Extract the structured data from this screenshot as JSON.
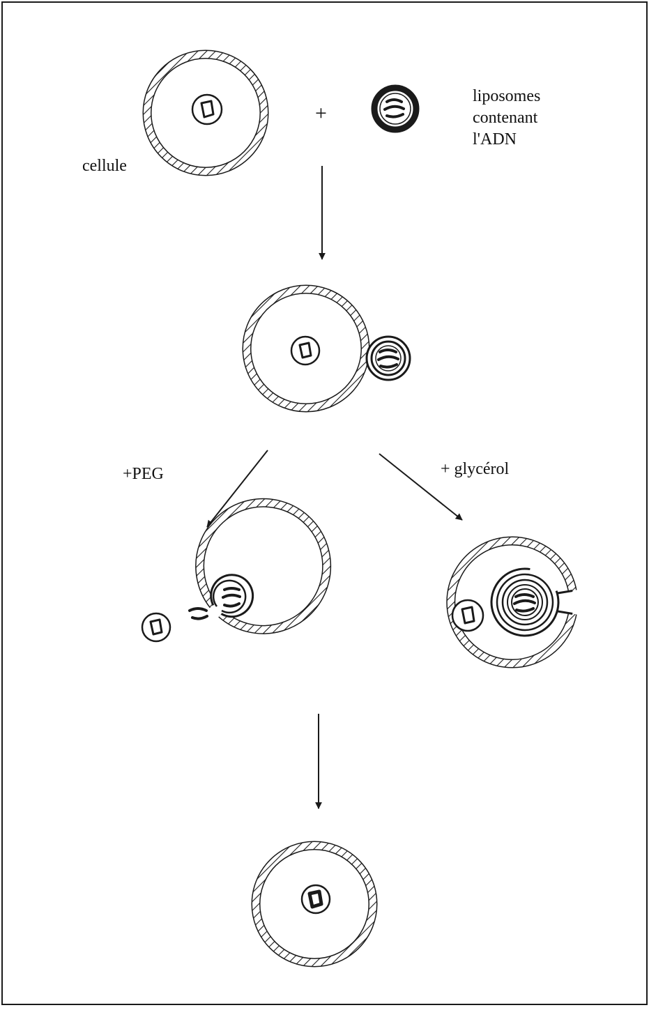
{
  "diagram": {
    "labels": {
      "cell": "cellule",
      "plus": "+",
      "liposome_line1": "liposomes",
      "liposome_line2": "contenant",
      "liposome_line3": "l'ADN",
      "peg": "+PEG",
      "glycerol": "+ glycérol"
    },
    "stages": [
      {
        "id": "initial-cell"
      },
      {
        "id": "liposome"
      },
      {
        "id": "adhesion"
      },
      {
        "id": "peg-fusion"
      },
      {
        "id": "glycerol-endocytosis"
      },
      {
        "id": "final-cell"
      }
    ],
    "colors": {
      "line": "#1a1a1a",
      "background": "#ffffff"
    }
  }
}
